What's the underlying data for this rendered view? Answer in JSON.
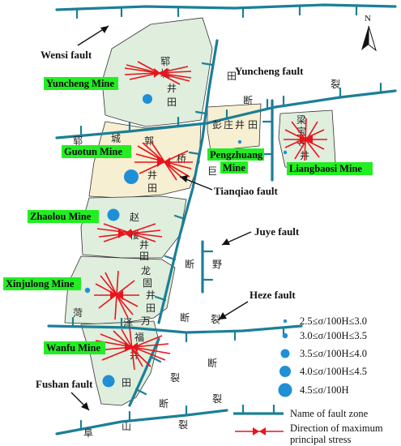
{
  "compass_label": "N",
  "faults": {
    "wensi": "Wensi fault",
    "yuncheng": "Yuncheng fault",
    "tianqiao": "Tianqiao fault",
    "juye": "Juye fault",
    "heze": "Heze fault",
    "fushan": "Fushan fault"
  },
  "mines": {
    "yuncheng": "Yuncheng Mine",
    "guotun": "Guotun Mine",
    "pengzhuang_line1": "Pengzhuang",
    "pengzhuang_line2": "Mine",
    "liangbaosi": "Liangbaosi Mine",
    "zhaolou": "Zhaolou Mine",
    "xinjulong": "Xinjulong Mine",
    "wanfu": "Wanfu Mine"
  },
  "map_chars": {
    "yun": "郓",
    "cheng": "城",
    "jing": "井",
    "tian": "田",
    "lie": "裂",
    "duan": "断",
    "peng": "彭",
    "zhuang": "庄",
    "liang": "梁",
    "bao": "宝",
    "si": "寺",
    "guo": "郭",
    "qiao": "桥",
    "ju": "巨",
    "zhao": "赵",
    "lou": "楼",
    "long": "龙",
    "gu": "固",
    "ye": "野",
    "he": "菏",
    "ze": "泽",
    "wan": "万",
    "fu": "福",
    "fu2": "阜",
    "shan": "山"
  },
  "legend": {
    "stress_classes": [
      {
        "label": "2.5≤σ/100H≤3.0",
        "size_rank": 1
      },
      {
        "label": "3.0≤σ/100H≤3.5",
        "size_rank": 2
      },
      {
        "label": "3.5≤σ/100H≤4.0",
        "size_rank": 3
      },
      {
        "label": "4.0≤σ/100H≤4.5",
        "size_rank": 4
      },
      {
        "label": "4.5≤σ/100H",
        "size_rank": 5
      }
    ],
    "fault_zone": "Name of fault zone",
    "stress_dir_line1": "Direction of maximum",
    "stress_dir_line2": "principal stress"
  },
  "colors": {
    "fault": "#1b7f97",
    "mine_fill": "#dfeedd",
    "mine_fill_alt": "#f7efd2",
    "stress": "#e8141b",
    "dot": "#1f8fd6",
    "mine_label_bg": "#22ee22"
  }
}
